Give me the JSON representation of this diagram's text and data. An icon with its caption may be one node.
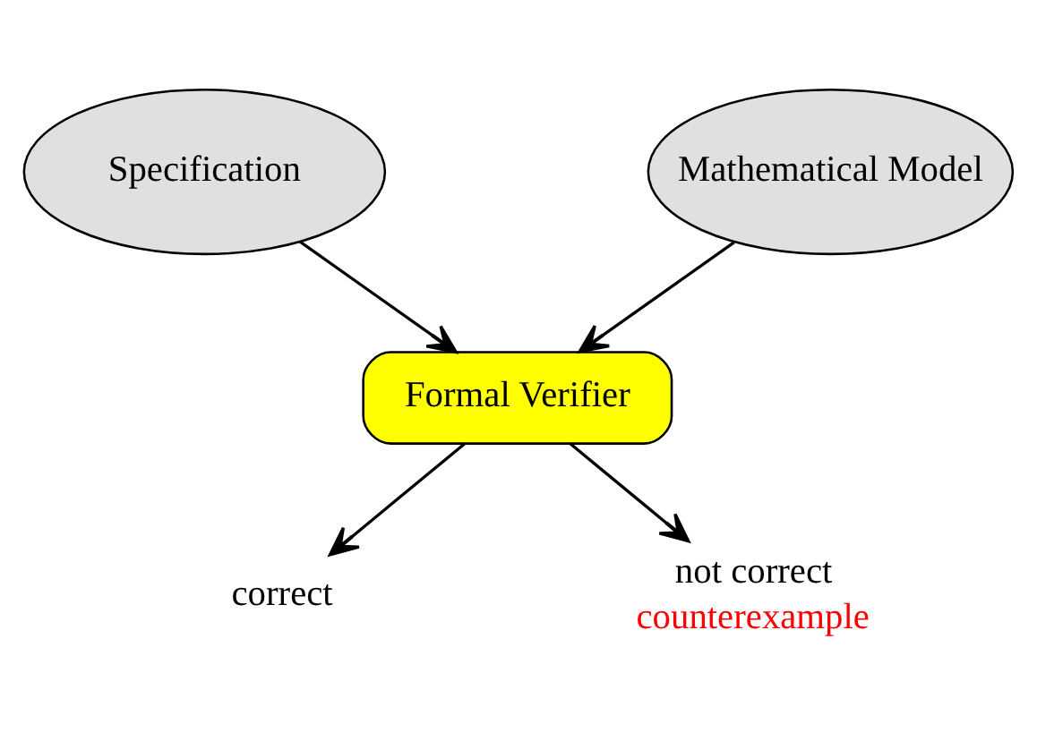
{
  "diagram": {
    "nodes": [
      {
        "text": [
          "Specification"
        ]
      },
      {
        "text": [
          "Mathematical Model"
        ]
      },
      {
        "text": [
          "Formal Verifier"
        ]
      },
      {
        "text": [
          "correct"
        ]
      },
      {
        "text": [
          "not correct"
        ],
        "beside": [
          "counterexample"
        ]
      }
    ],
    "edges": [
      {
        "from": 0,
        "to": 2,
        "arrow": "to"
      },
      {
        "from": 1,
        "to": 2,
        "arrow": "to"
      },
      {
        "from": 2,
        "to": 3,
        "arrow": "to"
      },
      {
        "from": 2,
        "to": 4,
        "arrow": "to"
      }
    ]
  }
}
